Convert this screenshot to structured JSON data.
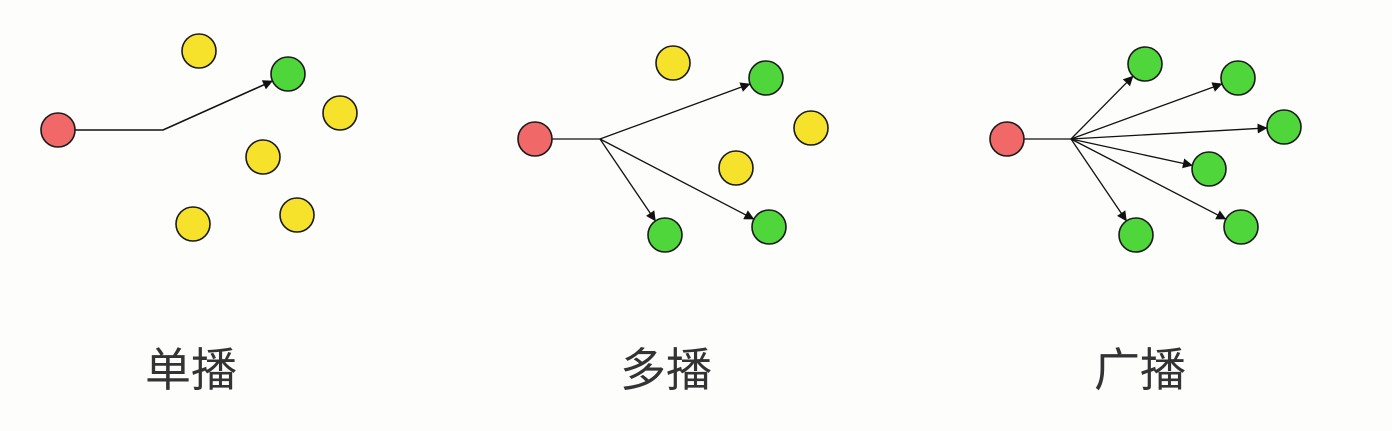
{
  "colors": {
    "source": "#f16868",
    "receiver": "#4fd63b",
    "non_receiver": "#f6e22a",
    "edge": "#111111",
    "outline": "#1a1a1a",
    "caption": "#333333"
  },
  "panels": [
    {
      "id": "unicast",
      "label": "单播",
      "source": "s",
      "nodes": [
        {
          "id": "s",
          "role": "source"
        },
        {
          "id": "y1",
          "role": "non_receiver"
        },
        {
          "id": "g1",
          "role": "receiver"
        },
        {
          "id": "y2",
          "role": "non_receiver"
        },
        {
          "id": "y3",
          "role": "non_receiver"
        },
        {
          "id": "y4",
          "role": "non_receiver"
        },
        {
          "id": "y5",
          "role": "non_receiver"
        }
      ],
      "targets": [
        "g1"
      ]
    },
    {
      "id": "multicast",
      "label": "多播",
      "source": "s",
      "nodes": [
        {
          "id": "s",
          "role": "source"
        },
        {
          "id": "y1",
          "role": "non_receiver"
        },
        {
          "id": "g1",
          "role": "receiver"
        },
        {
          "id": "y2",
          "role": "non_receiver"
        },
        {
          "id": "y3",
          "role": "non_receiver"
        },
        {
          "id": "g2",
          "role": "receiver"
        },
        {
          "id": "g3",
          "role": "receiver"
        }
      ],
      "targets": [
        "g1",
        "g2",
        "g3"
      ]
    },
    {
      "id": "broadcast",
      "label": "广播",
      "source": "s",
      "nodes": [
        {
          "id": "s",
          "role": "source"
        },
        {
          "id": "g1",
          "role": "receiver"
        },
        {
          "id": "g2",
          "role": "receiver"
        },
        {
          "id": "g3",
          "role": "receiver"
        },
        {
          "id": "g4",
          "role": "receiver"
        },
        {
          "id": "g5",
          "role": "receiver"
        },
        {
          "id": "g6",
          "role": "receiver"
        }
      ],
      "targets": [
        "g1",
        "g2",
        "g3",
        "g4",
        "g5",
        "g6"
      ]
    }
  ]
}
